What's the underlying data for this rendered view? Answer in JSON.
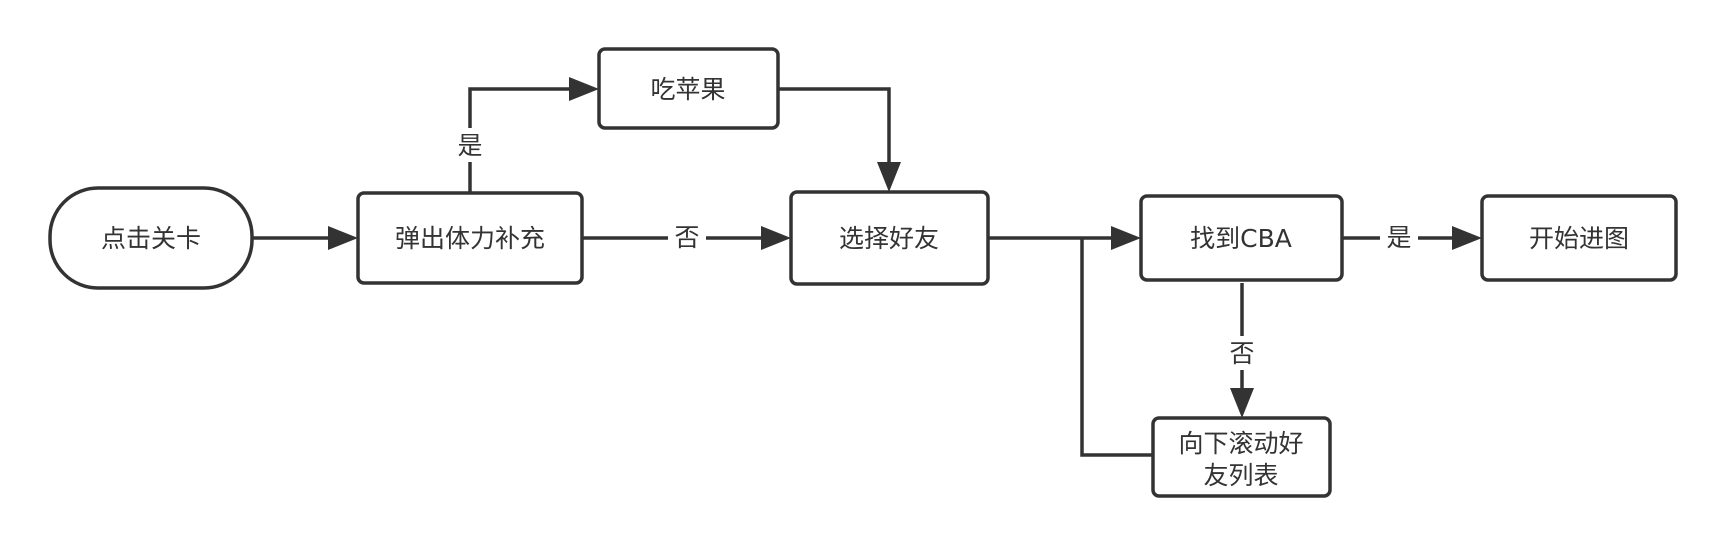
{
  "colors": {
    "stroke": "#333333",
    "text": "#333333",
    "background": "#ffffff"
  },
  "nodes": {
    "start": "点击关卡",
    "stamina": "弹出体力补充",
    "apple": "吃苹果",
    "select_friend": "选择好友",
    "find_cba": "找到CBA",
    "begin": "开始进图",
    "scroll_line1": "向下滚动好",
    "scroll_line2": "友列表"
  },
  "edges": {
    "stamina_to_apple": "是",
    "stamina_to_select": "否",
    "find_to_begin": "是",
    "find_to_scroll": "否"
  }
}
